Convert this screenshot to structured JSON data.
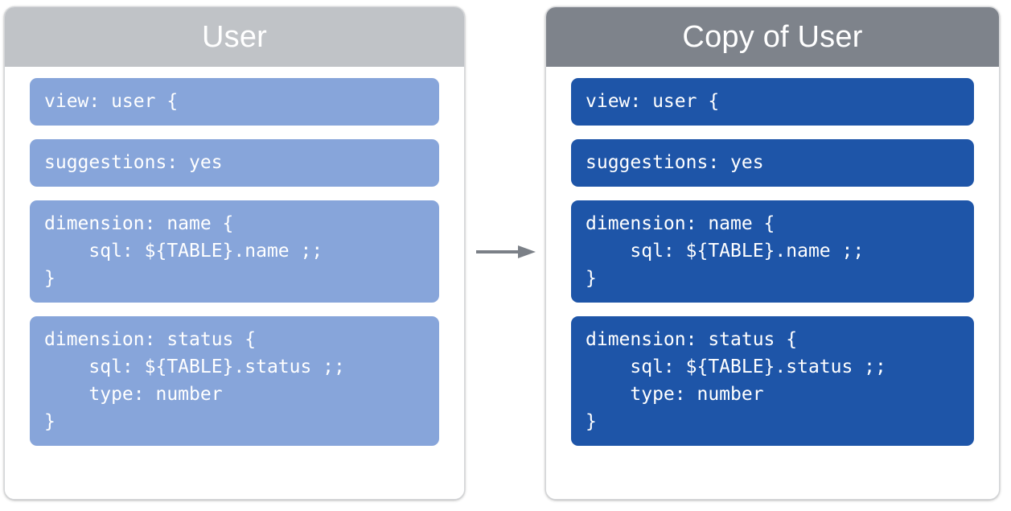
{
  "diagram": {
    "arrow": {
      "name": "right-arrow",
      "direction": "right",
      "color": "#7b8087"
    },
    "cards": [
      {
        "id": "user",
        "title": "User",
        "header_color": "#c0c3c7",
        "block_color": "#87a5da",
        "blocks": [
          {
            "id": "view",
            "code": "view: user {"
          },
          {
            "id": "suggestions",
            "code": "suggestions: yes"
          },
          {
            "id": "dimension-name",
            "code": "dimension: name {\n    sql: ${TABLE}.name ;;\n}"
          },
          {
            "id": "dimension-status",
            "code": "dimension: status {\n    sql: ${TABLE}.status ;;\n    type: number\n}"
          }
        ]
      },
      {
        "id": "copy-of-user",
        "title": "Copy of User",
        "header_color": "#7e838b",
        "block_color": "#1e55a8",
        "blocks": [
          {
            "id": "view",
            "code": "view: user {"
          },
          {
            "id": "suggestions",
            "code": "suggestions: yes"
          },
          {
            "id": "dimension-name",
            "code": "dimension: name {\n    sql: ${TABLE}.name ;;\n}"
          },
          {
            "id": "dimension-status",
            "code": "dimension: status {\n    sql: ${TABLE}.status ;;\n    type: number\n}"
          }
        ]
      }
    ]
  }
}
